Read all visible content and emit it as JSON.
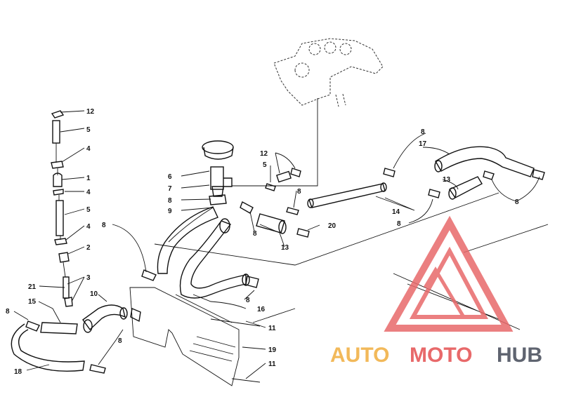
{
  "diagram": {
    "labels": [
      {
        "id": "l12a",
        "text": "12"
      },
      {
        "id": "l5a",
        "text": "5"
      },
      {
        "id": "l4a",
        "text": "4"
      },
      {
        "id": "l1",
        "text": "1"
      },
      {
        "id": "l4b",
        "text": "4"
      },
      {
        "id": "l5b",
        "text": "5"
      },
      {
        "id": "l4c",
        "text": "4"
      },
      {
        "id": "l2",
        "text": "2"
      },
      {
        "id": "l3",
        "text": "3"
      },
      {
        "id": "l21",
        "text": "21"
      },
      {
        "id": "l15",
        "text": "15"
      },
      {
        "id": "l10",
        "text": "10"
      },
      {
        "id": "l8a",
        "text": "8"
      },
      {
        "id": "l8b",
        "text": "8"
      },
      {
        "id": "l18",
        "text": "18"
      },
      {
        "id": "l6",
        "text": "6"
      },
      {
        "id": "l7",
        "text": "7"
      },
      {
        "id": "l8c",
        "text": "8"
      },
      {
        "id": "l9",
        "text": "9"
      },
      {
        "id": "l8d",
        "text": "8"
      },
      {
        "id": "l12b",
        "text": "12"
      },
      {
        "id": "l5c",
        "text": "5"
      },
      {
        "id": "l8e",
        "text": "8"
      },
      {
        "id": "l8f",
        "text": "8"
      },
      {
        "id": "l13a",
        "text": "13"
      },
      {
        "id": "l20",
        "text": "20"
      },
      {
        "id": "l8g",
        "text": "8"
      },
      {
        "id": "l16",
        "text": "16"
      },
      {
        "id": "l11a",
        "text": "11"
      },
      {
        "id": "l19",
        "text": "19"
      },
      {
        "id": "l11b",
        "text": "11"
      },
      {
        "id": "l8h",
        "text": "8"
      },
      {
        "id": "l17",
        "text": "17"
      },
      {
        "id": "l14",
        "text": "14"
      },
      {
        "id": "l13b",
        "text": "13"
      },
      {
        "id": "l8i",
        "text": "8"
      },
      {
        "id": "l8j",
        "text": "8"
      }
    ]
  },
  "watermark": {
    "brand_left": "AUTO",
    "brand_mid": "MOTO",
    "brand_right": "HUB",
    "colors": {
      "left": "#f2b95a",
      "mid": "#e8696a",
      "right": "#5f6470",
      "logo": "#e8696a"
    }
  }
}
